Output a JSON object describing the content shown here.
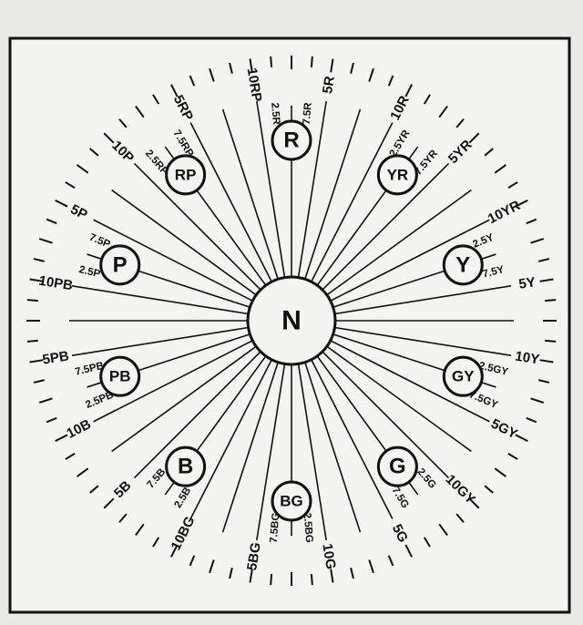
{
  "diagram": {
    "center_label": "N",
    "principal_hues": [
      {
        "label": "R",
        "angle_deg": 0
      },
      {
        "label": "YR",
        "angle_deg": 36
      },
      {
        "label": "Y",
        "angle_deg": 72
      },
      {
        "label": "GY",
        "angle_deg": 108
      },
      {
        "label": "G",
        "angle_deg": 144
      },
      {
        "label": "BG",
        "angle_deg": 180
      },
      {
        "label": "B",
        "angle_deg": 216
      },
      {
        "label": "PB",
        "angle_deg": 252
      },
      {
        "label": "P",
        "angle_deg": 288
      },
      {
        "label": "RP",
        "angle_deg": 324
      }
    ],
    "outer_labels": [
      "10RP",
      "5R",
      "10R",
      "5YR",
      "10YR",
      "5Y",
      "10Y",
      "5GY",
      "10GY",
      "5G",
      "10G",
      "5BG",
      "10BG",
      "5B",
      "10B",
      "5PB",
      "10PB",
      "5P",
      "10P",
      "5RP"
    ],
    "inner_labels": [
      "2.5R",
      "7.5R",
      "2.5YR",
      "7.5YR",
      "2.5Y",
      "7.5Y",
      "2.5GY",
      "7.5GY",
      "2.5G",
      "7.5G",
      "2.5BG",
      "7.5BG",
      "2.5B",
      "7.5B",
      "2.5PB",
      "7.5PB",
      "2.5P",
      "7.5P",
      "2.5RP",
      "7.5RP"
    ]
  }
}
